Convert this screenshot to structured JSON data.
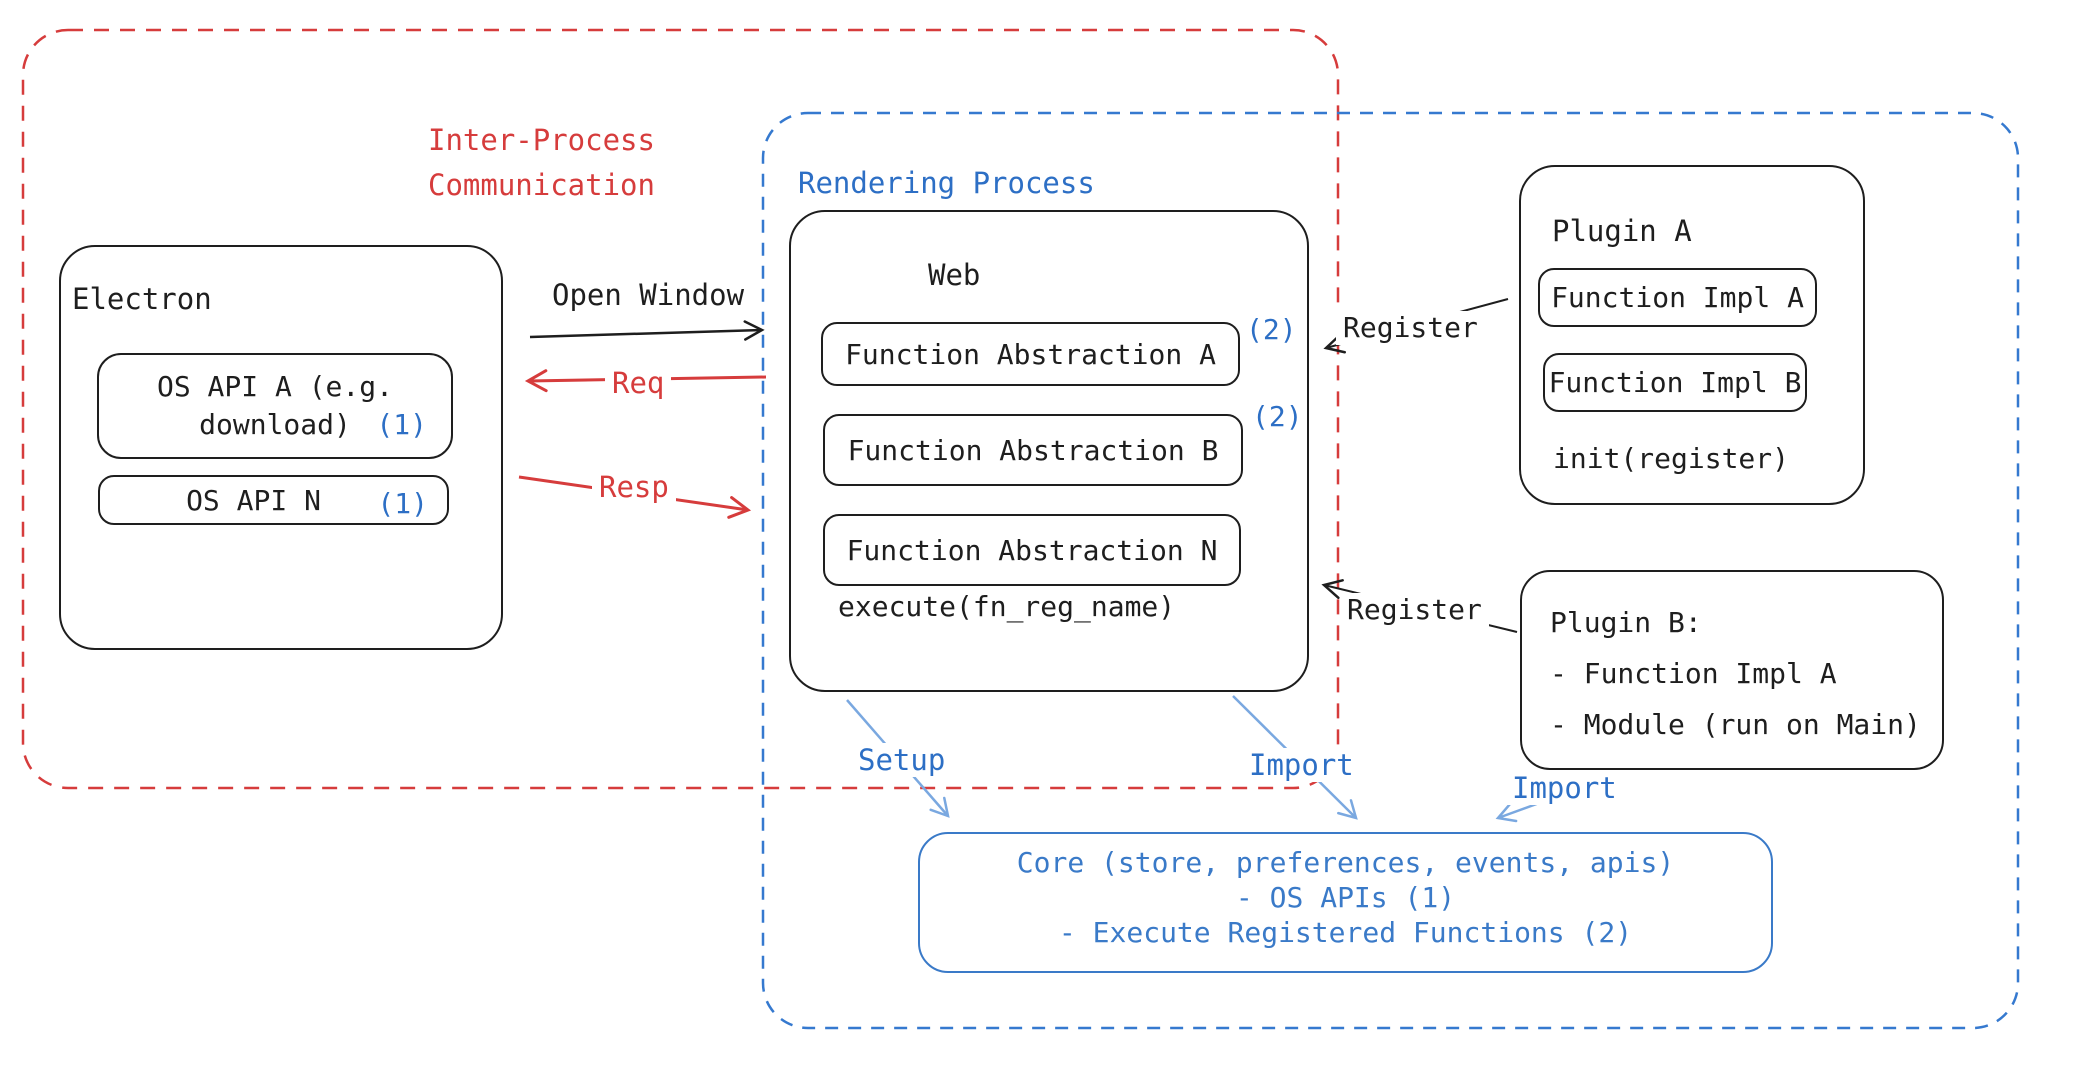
{
  "ipc": {
    "title_line1": "Inter-Process",
    "title_line2": "Communication"
  },
  "rendering": {
    "title": "Rendering Process"
  },
  "electron": {
    "title": "Electron",
    "os_api_a_line1": "OS API A (e.g.",
    "os_api_a_line2": "download)",
    "os_api_a_ref": "(1)",
    "os_api_n": "OS API N",
    "os_api_n_ref": "(1)"
  },
  "web": {
    "title": "Web",
    "fn_abstraction_a": "Function Abstraction A",
    "fn_abstraction_a_ref": "(2)",
    "fn_abstraction_b": "Function Abstraction B",
    "fn_abstraction_b_ref": "(2)",
    "fn_abstraction_n": "Function Abstraction N",
    "execute": "execute(fn_reg_name)"
  },
  "plugin_a": {
    "title": "Plugin A",
    "impl_a": "Function Impl A",
    "impl_b": "Function Impl B",
    "init": "init(register)"
  },
  "plugin_b": {
    "title": "Plugin B:",
    "item1": "- Function Impl A",
    "item2": "- Module (run on Main)"
  },
  "core": {
    "line1": "Core (store, preferences, events, apis)",
    "line2": "- OS APIs (1)",
    "line3": "- Execute Registered Functions (2)"
  },
  "labels": {
    "open_window": "Open Window",
    "req": "Req",
    "resp": "Resp",
    "register_plugin_a": "Register",
    "register_plugin_b": "Register",
    "setup": "Setup",
    "import_web": "Import",
    "import_plugin_b": "Import"
  },
  "colors": {
    "stroke": "#1e1e1e",
    "red": "#d63c3c",
    "blue": "#2d6fc5",
    "light_blue_arrow": "#7aa8e0",
    "core_blue": "#3a7ac8",
    "dashed_blue": "#3579cf"
  }
}
